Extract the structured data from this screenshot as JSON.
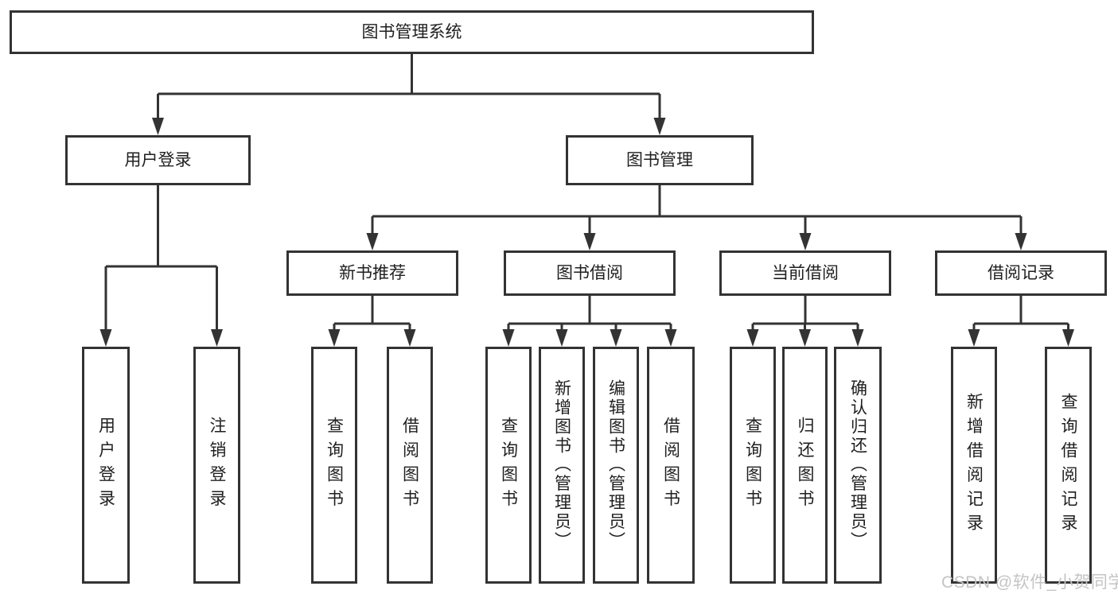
{
  "tree": {
    "label": "图书管理系统",
    "children": [
      {
        "label": "用户登录",
        "children": [
          {
            "label": "用户登录"
          },
          {
            "label": "注销登录"
          }
        ]
      },
      {
        "label": "图书管理",
        "children": [
          {
            "label": "新书推荐",
            "children": [
              {
                "label": "查询图书"
              },
              {
                "label": "借阅图书"
              }
            ]
          },
          {
            "label": "图书借阅",
            "children": [
              {
                "label": "查询图书"
              },
              {
                "label": "新增图书（管理员）"
              },
              {
                "label": "编辑图书（管理员）"
              },
              {
                "label": "借阅图书"
              }
            ]
          },
          {
            "label": "当前借阅",
            "children": [
              {
                "label": "查询图书"
              },
              {
                "label": "归还图书"
              },
              {
                "label": "确认归还（管理员）"
              }
            ]
          },
          {
            "label": "借阅记录",
            "children": [
              {
                "label": "新增借阅记录"
              },
              {
                "label": "查询借阅记录"
              }
            ]
          }
        ]
      }
    ]
  },
  "watermark": {
    "text": "CSDN @软件_小贺同学"
  },
  "colors": {
    "line": "#333333",
    "text": "#1f1f1f",
    "watermark": "#c4c4c4",
    "background": "#ffffff"
  }
}
